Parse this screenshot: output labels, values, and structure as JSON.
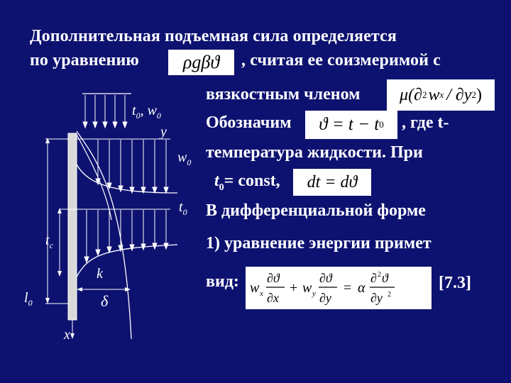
{
  "text": {
    "line1": "Дополнительная подъемная сила определяется",
    "line2_prefix": "по уравнению",
    "line2_suffix": ", считая ее соизмеримой с",
    "line3": "вязкостным членом",
    "line4_prefix": "Обозначим",
    "line4_suffix": ", где t-",
    "line5": "температура жидкости. При",
    "line6_t": "t",
    "line6_sub": "0",
    "line6_rest": "= const,",
    "line7": "В дифференциальной форме",
    "line8": "1) уравнение энергии примет",
    "line9": "вид:",
    "eq_number": "[7.3]"
  },
  "formulas": {
    "buoyancy": "ρgβϑ",
    "viscous_mu": "μ(∂",
    "viscous_w": "w",
    "viscous_x": "x",
    "viscous_div": "/ ∂y",
    "notation": "ϑ = t − t",
    "notation_sub": "0",
    "differential": "dt = dϑ",
    "energy": "w∂ϑ/∂x + w∂ϑ/∂y = α ∂²ϑ/∂y²"
  },
  "diagram_labels": {
    "t0w0": "t",
    "t0w0_sub": "0",
    "t0w0_w": ", w",
    "t0w0_w_sub": "0",
    "y": "y",
    "w0": "w",
    "w0_sub": "0",
    "t0": "t",
    "t0_sub": "0",
    "tc": "t",
    "tc_sub": "c",
    "k": "k",
    "delta": "δ",
    "l0": "l",
    "l0_sub": "0",
    "x": "x"
  }
}
